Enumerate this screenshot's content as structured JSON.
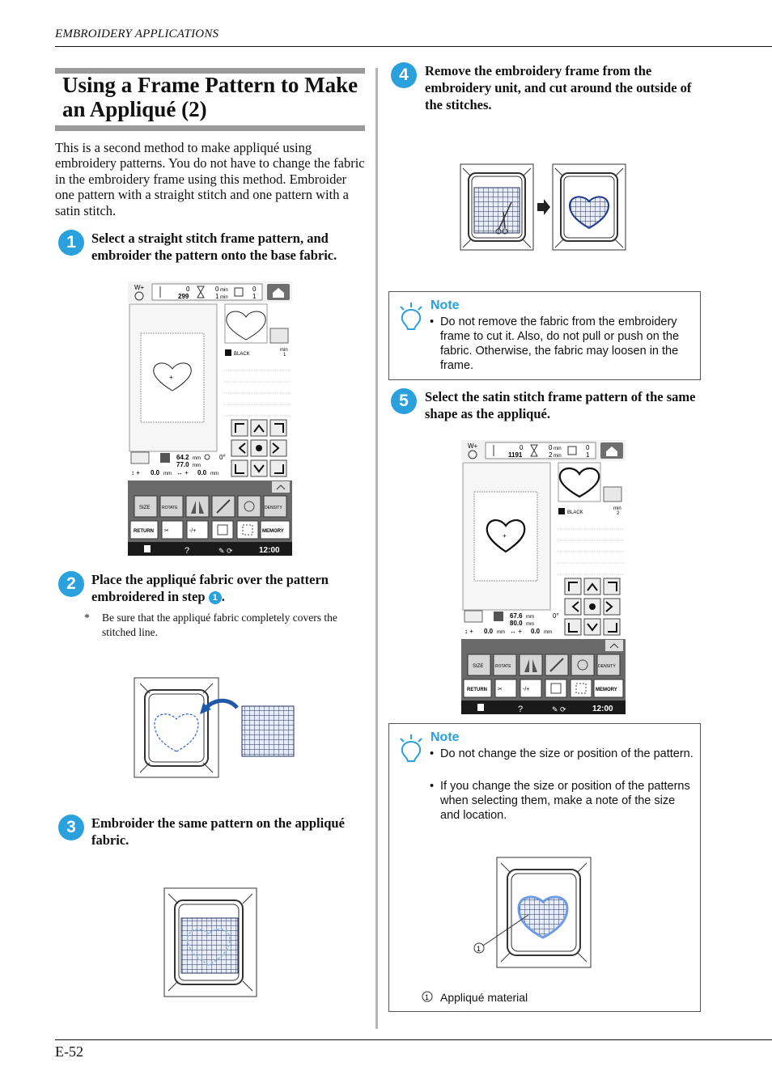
{
  "running_head": "EMBROIDERY APPLICATIONS",
  "title": "Using a Frame Pattern to Make an Appliqué (2)",
  "intro": "This is a second method to make appliqué using embroidery patterns. You do not have to change the fabric in the embroidery frame using this method. Embroider one pattern with a straight stitch and one pattern with a satin stitch.",
  "steps": [
    {
      "num": "1",
      "text": "Select a straight stitch frame pattern, and embroider the pattern onto the base fabric."
    },
    {
      "num": "2",
      "text": "Place the appliqué fabric over the pattern embroidered in step",
      "ref": "1",
      "end": ".",
      "subnote_mark": "*",
      "subnote": "Be sure that the appliqué fabric completely covers the stitched line."
    },
    {
      "num": "3",
      "text": "Embroider the same pattern on the appliqué fabric."
    },
    {
      "num": "4",
      "text": "Remove the embroidery frame from the embroidery unit, and cut around the outside of the stitches."
    },
    {
      "num": "5",
      "text": "Select the satin stitch frame pattern of the same shape as the appliqué."
    }
  ],
  "screens": [
    {
      "stitch_count": "299",
      "stitch_zero": "0",
      "time_top": "0",
      "time_bottom": "1",
      "color_top": "0",
      "color_bottom": "1",
      "min_label": "min",
      "min_value": "1",
      "thread_name": "BLACK",
      "height": "64.2",
      "width": "77.0",
      "unit": "mm",
      "angle": "0°",
      "offset_v": "0.0",
      "offset_h": "0.0",
      "clock": "12:00"
    },
    {
      "stitch_count": "1191",
      "stitch_zero": "0",
      "time_top": "0",
      "time_bottom": "2",
      "color_top": "0",
      "color_bottom": "1",
      "min_label": "min",
      "min_value": "2",
      "thread_name": "BLACK",
      "height": "67.6",
      "width": "80.0",
      "unit": "mm",
      "angle": "0°",
      "offset_v": "0.0",
      "offset_h": "0.0",
      "clock": "12:00"
    }
  ],
  "screen_buttons": {
    "size": "SIZE",
    "rotate": "ROTATE",
    "density": "DENSITY",
    "return": "RETURN",
    "memory": "MEMORY",
    "min_unit": "min",
    "mm_unit": "mm"
  },
  "notes": [
    {
      "title": "Note",
      "items": [
        "Do not remove the fabric from the embroidery frame to cut it. Also, do not pull or push on the fabric. Otherwise, the fabric may loosen in the frame."
      ]
    },
    {
      "title": "Note",
      "items": [
        "Do not change the size or position of the pattern.",
        "If you change the size or position of the patterns when selecting them, make a note of the size and location."
      ]
    }
  ],
  "callout": {
    "mark": "1",
    "label": "Appliqué material"
  },
  "bullet": "•",
  "page_number": "E-52",
  "accent_color": "#2aa0dc"
}
